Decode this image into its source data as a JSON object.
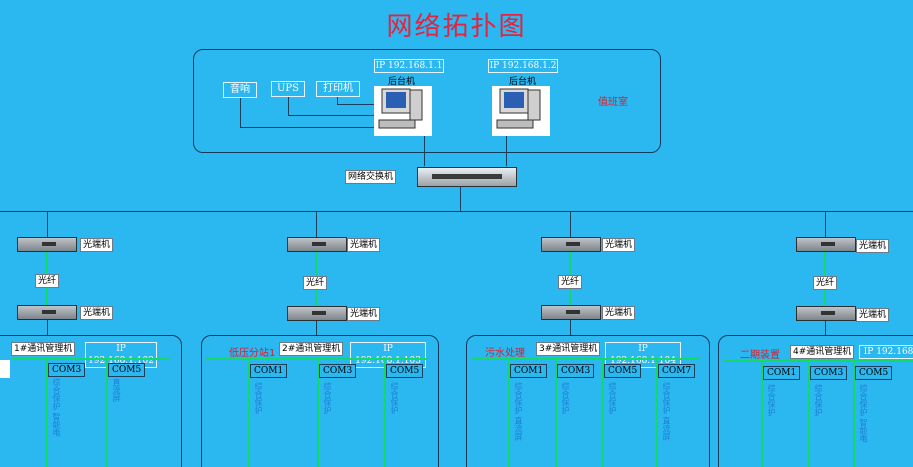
{
  "title": "网络拓扑图",
  "control_room": {
    "label": "值班室",
    "peripherals": [
      "音响",
      "UPS",
      "打印机"
    ],
    "hosts": [
      {
        "ip": "IP 192.168.1.1",
        "label": "后台机"
      },
      {
        "ip": "IP 192.168.1.2",
        "label": "后台机"
      }
    ]
  },
  "switch_label": "网络交换机",
  "optical_label": "光端机",
  "fiber_label": "光纤",
  "stations": [
    {
      "name": "",
      "comm": "1#通讯管理机",
      "ip": "IP 192.168.1.102",
      "ports": [
        {
          "com": "COM3",
          "device": "综合保护 智能电"
        },
        {
          "com": "COM5",
          "device": "直流屏"
        }
      ]
    },
    {
      "name": "低压分站1",
      "comm": "2#通讯管理机",
      "ip": "IP 192.168.1.103",
      "ports": [
        {
          "com": "COM1",
          "device": "综合保护"
        },
        {
          "com": "COM3",
          "device": "综合保护"
        },
        {
          "com": "COM5",
          "device": "综合保护"
        }
      ]
    },
    {
      "name": "污水处理",
      "comm": "3#通讯管理机",
      "ip": "IP 192.168.1.104",
      "ports": [
        {
          "com": "COM1",
          "device": "综合保护 直流屏"
        },
        {
          "com": "COM3",
          "device": "综合保护"
        },
        {
          "com": "COM5",
          "device": "综合保护"
        },
        {
          "com": "COM7",
          "device": "综合保护 直流屏"
        }
      ]
    },
    {
      "name": "二期装置",
      "comm": "4#通讯管理机",
      "ip": "IP 192.168.",
      "ports": [
        {
          "com": "COM1",
          "device": "综合保护"
        },
        {
          "com": "COM3",
          "device": "综合保护"
        },
        {
          "com": "COM5",
          "device": "综合保护 智能电"
        }
      ]
    }
  ]
}
